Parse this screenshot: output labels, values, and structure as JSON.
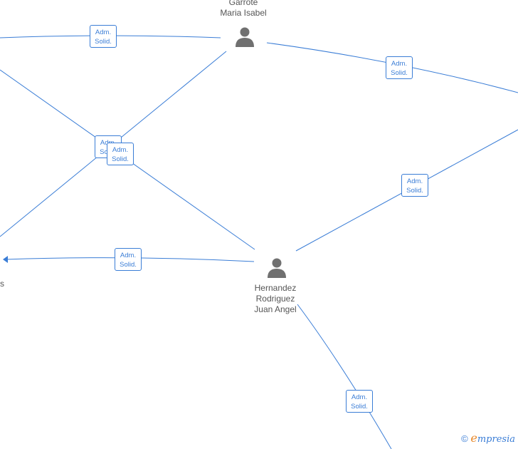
{
  "nodes": {
    "garrote": {
      "lines": [
        "Garrote",
        "Maria Isabel"
      ]
    },
    "hernandez": {
      "lines": [
        "Hernandez",
        "Rodriguez",
        "Juan Angel"
      ]
    },
    "left_partial": {
      "text": "s"
    }
  },
  "edge_label": {
    "line1": "Adm.",
    "line2": "Solid."
  },
  "watermark": {
    "copyright": "©",
    "brand_initial": "e",
    "brand_rest": "mpresia"
  },
  "colors": {
    "edge": "#3a7dd6",
    "person": "#707070",
    "text": "#555555",
    "brand_accent": "#e8892b"
  }
}
